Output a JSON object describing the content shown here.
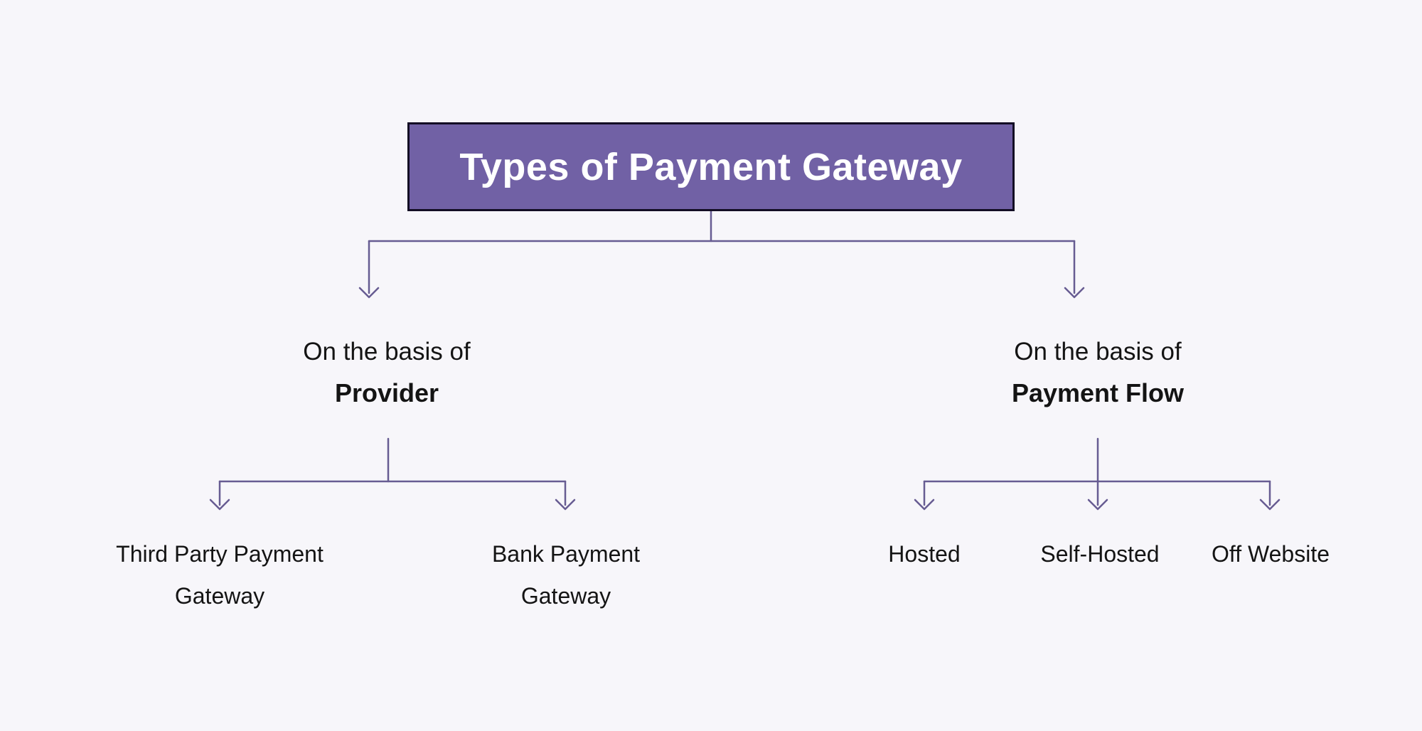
{
  "diagram": {
    "title": "Types of Payment Gateway",
    "branches": [
      {
        "label_line1": "On the basis of",
        "label_line2": "Provider",
        "children": [
          {
            "line1": "Third Party Payment",
            "line2": "Gateway"
          },
          {
            "line1": "Bank Payment",
            "line2": "Gateway"
          }
        ]
      },
      {
        "label_line1": "On the basis of",
        "label_line2": "Payment Flow",
        "children": [
          {
            "line1": "Hosted"
          },
          {
            "line1": "Self-Hosted"
          },
          {
            "line1": "Off Website"
          }
        ]
      }
    ]
  },
  "colors": {
    "bg": "#f7f6fa",
    "box-fill": "#7161a5",
    "box-border": "#130d24",
    "title-color": "#ffffff",
    "line": "#675c92",
    "text": "#141414"
  }
}
